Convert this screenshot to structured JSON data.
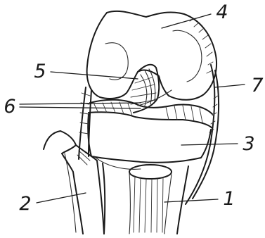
{
  "figure": {
    "labels": [
      {
        "id": "lbl-4",
        "text": "4"
      },
      {
        "id": "lbl-5",
        "text": "5"
      },
      {
        "id": "lbl-7",
        "text": "7"
      },
      {
        "id": "lbl-6",
        "text": "6"
      },
      {
        "id": "lbl-3",
        "text": "3"
      },
      {
        "id": "lbl-1",
        "text": "1"
      },
      {
        "id": "lbl-2",
        "text": "2"
      }
    ]
  }
}
